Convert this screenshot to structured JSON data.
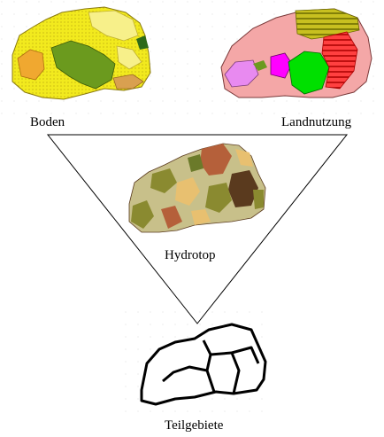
{
  "labels": {
    "soil": "Boden",
    "landuse": "Landnutzung",
    "hydrotope": "Hydrotop",
    "subareas": "Teilgebiete"
  },
  "colors": {
    "outline": "#000000",
    "soil_yellow": "#f2ea1e",
    "soil_orange": "#f0a830",
    "soil_green": "#6b9a1e",
    "soil_pale": "#f7f08a",
    "soil_brown": "#d9a050",
    "land_pink": "#f4a7a7",
    "land_olive": "#b8b014",
    "land_magenta": "#ff00ff",
    "land_violet": "#e88af0",
    "land_green": "#00e000",
    "land_red": "#ff2020",
    "hydro_khaki": "#c8c08a",
    "hydro_brown": "#b5603a",
    "hydro_olive": "#8a8a30",
    "hydro_tan": "#e8c070",
    "hydro_dark": "#5a3a1e"
  }
}
